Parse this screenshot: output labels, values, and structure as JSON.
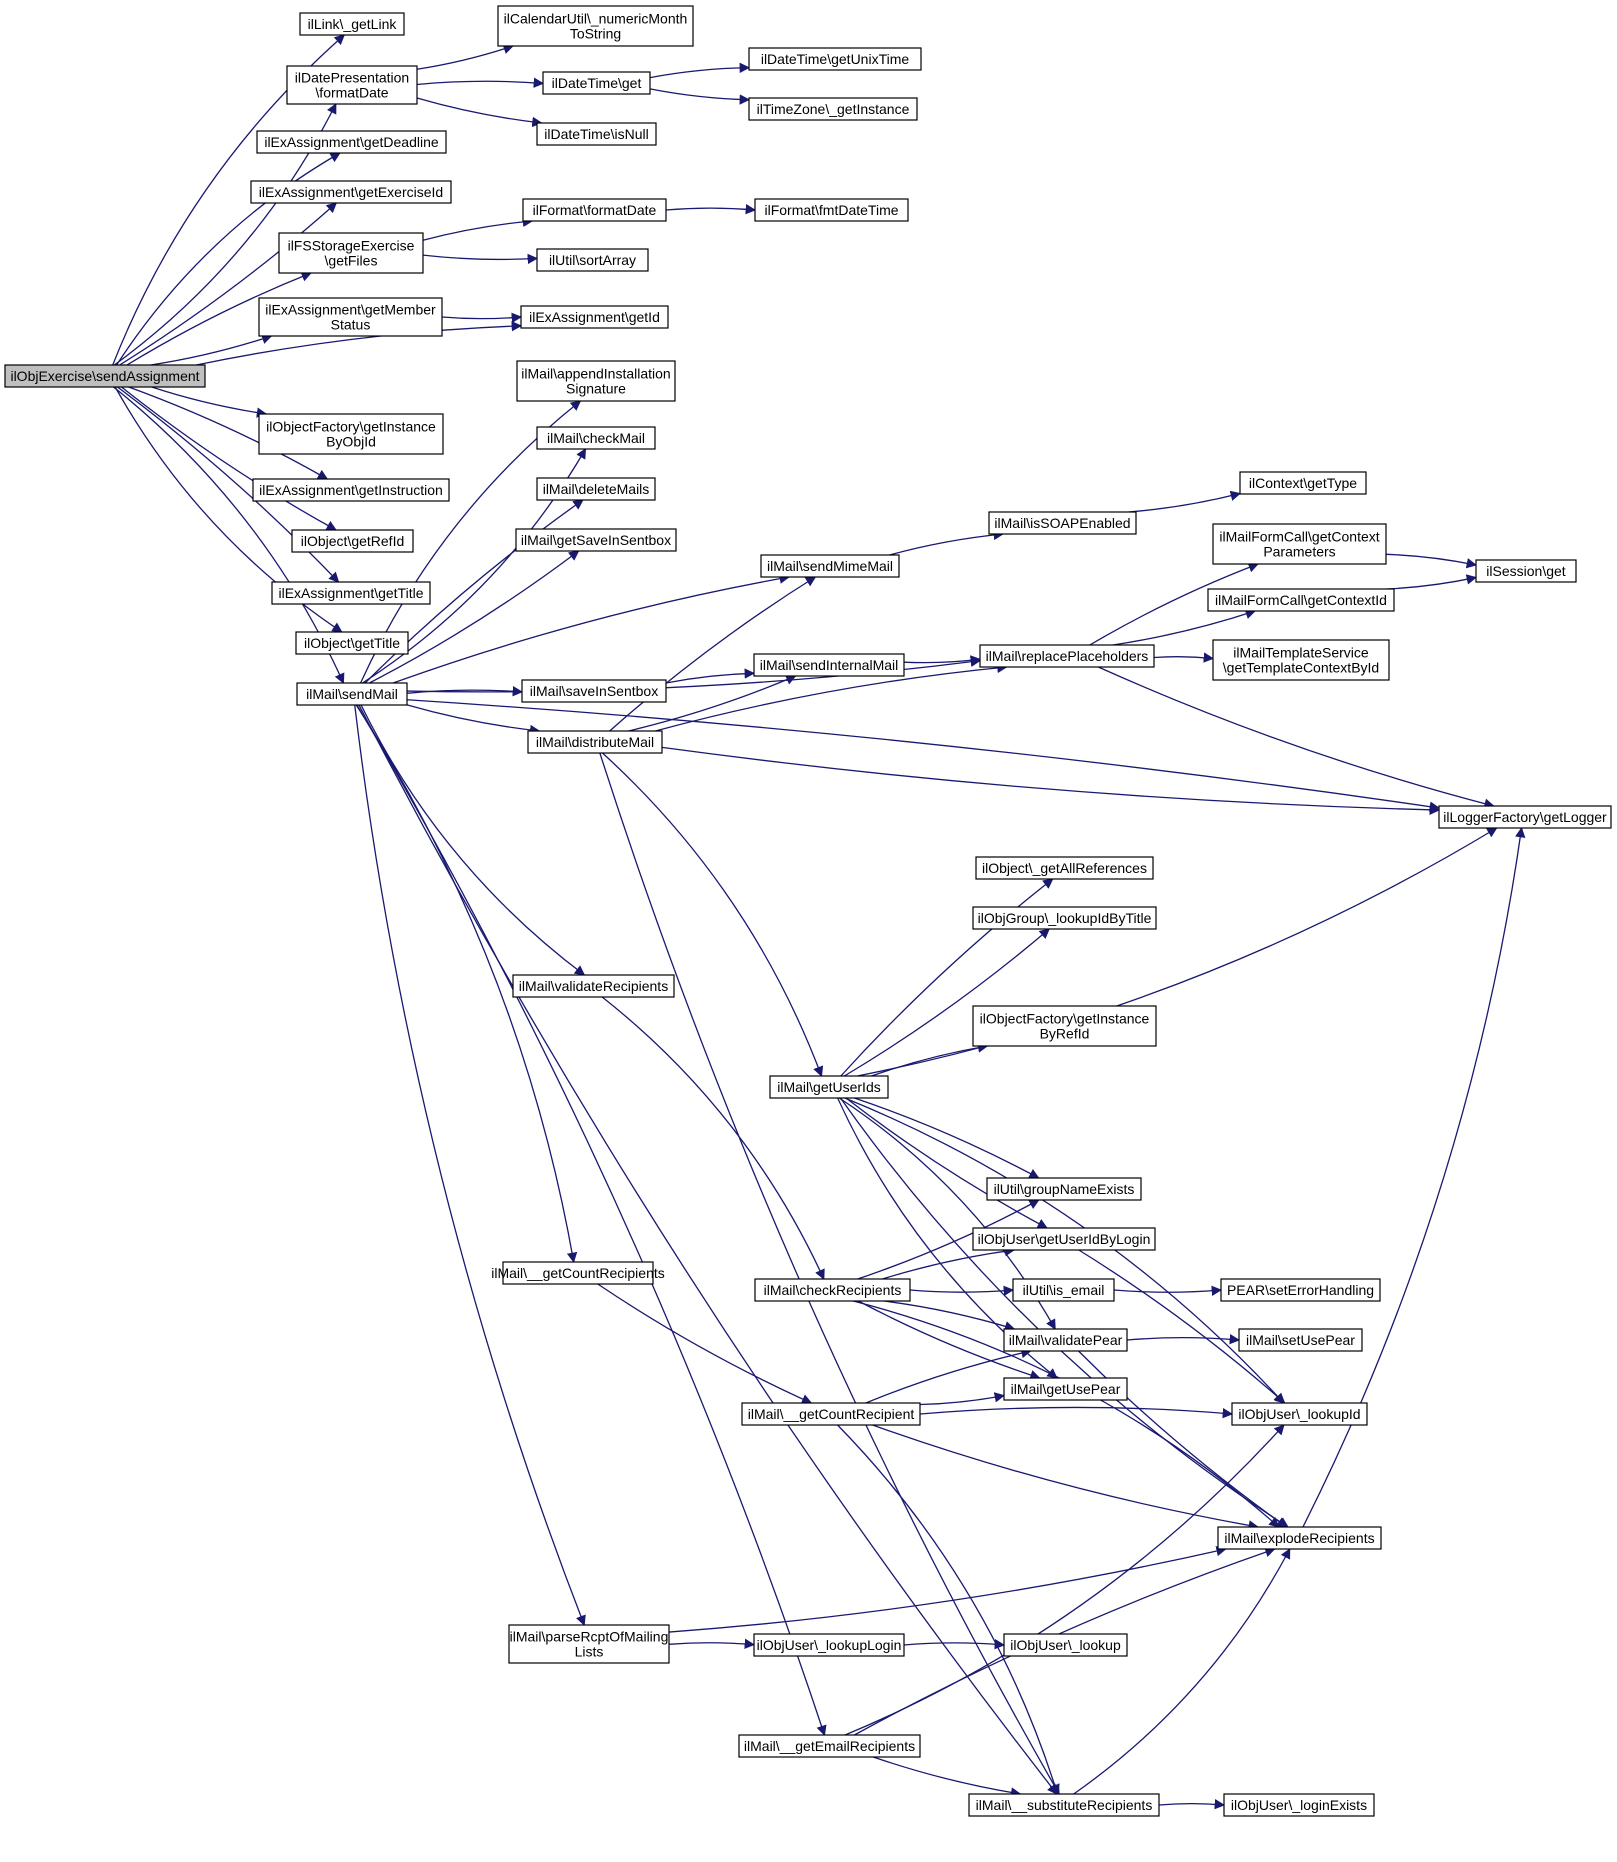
{
  "diagram": {
    "edge_color": "#191970",
    "root_fill": "#bfbfbf",
    "nodes": [
      {
        "id": "root",
        "lines": [
          "ilObjExercise\\sendAssignment"
        ],
        "root": true
      },
      {
        "id": "link_getlink",
        "lines": [
          "ilLink\\_getLink"
        ]
      },
      {
        "id": "datepres_format",
        "lines": [
          "ilDatePresentation",
          "\\formatDate"
        ]
      },
      {
        "id": "calutil_month",
        "lines": [
          "ilCalendarUtil\\_numericMonth",
          "ToString"
        ]
      },
      {
        "id": "datetime_get",
        "lines": [
          "ilDateTime\\get"
        ]
      },
      {
        "id": "datetime_unix",
        "lines": [
          "ilDateTime\\getUnixTime"
        ]
      },
      {
        "id": "timezone_inst",
        "lines": [
          "ilTimeZone\\_getInstance"
        ]
      },
      {
        "id": "datetime_isnull",
        "lines": [
          "ilDateTime\\isNull"
        ]
      },
      {
        "id": "exa_deadline",
        "lines": [
          "ilExAssignment\\getDeadline"
        ]
      },
      {
        "id": "exa_exerciseid",
        "lines": [
          "ilExAssignment\\getExerciseId"
        ]
      },
      {
        "id": "fs_getfiles",
        "lines": [
          "ilFSStorageExercise",
          "\\getFiles"
        ]
      },
      {
        "id": "format_date",
        "lines": [
          "ilFormat\\formatDate"
        ]
      },
      {
        "id": "format_fmt",
        "lines": [
          "ilFormat\\fmtDateTime"
        ]
      },
      {
        "id": "util_sort",
        "lines": [
          "ilUtil\\sortArray"
        ]
      },
      {
        "id": "exa_member",
        "lines": [
          "ilExAssignment\\getMember",
          "Status"
        ]
      },
      {
        "id": "exa_getid",
        "lines": [
          "ilExAssignment\\getId"
        ]
      },
      {
        "id": "mail_append",
        "lines": [
          "ilMail\\appendInstallation",
          "Signature"
        ]
      },
      {
        "id": "objfactory_objid",
        "lines": [
          "ilObjectFactory\\getInstance",
          "ByObjId"
        ]
      },
      {
        "id": "mail_check",
        "lines": [
          "ilMail\\checkMail"
        ]
      },
      {
        "id": "exa_instruction",
        "lines": [
          "ilExAssignment\\getInstruction"
        ]
      },
      {
        "id": "mail_delete",
        "lines": [
          "ilMail\\deleteMails"
        ]
      },
      {
        "id": "obj_refid",
        "lines": [
          "ilObject\\getRefId"
        ]
      },
      {
        "id": "context_type",
        "lines": [
          "ilContext\\getType"
        ]
      },
      {
        "id": "mail_savesent",
        "lines": [
          "ilMail\\getSaveInSentbox"
        ]
      },
      {
        "id": "mail_soap",
        "lines": [
          "ilMail\\isSOAPEnabled"
        ]
      },
      {
        "id": "formcall_params",
        "lines": [
          "ilMailFormCall\\getContext",
          "Parameters"
        ]
      },
      {
        "id": "exa_title",
        "lines": [
          "ilExAssignment\\getTitle"
        ]
      },
      {
        "id": "mail_mime",
        "lines": [
          "ilMail\\sendMimeMail"
        ]
      },
      {
        "id": "session_get",
        "lines": [
          "ilSession\\get"
        ]
      },
      {
        "id": "formcall_ctxid",
        "lines": [
          "ilMailFormCall\\getContextId"
        ]
      },
      {
        "id": "obj_title",
        "lines": [
          "ilObject\\getTitle"
        ]
      },
      {
        "id": "mail_send",
        "lines": [
          "ilMail\\sendMail"
        ]
      },
      {
        "id": "mail_save",
        "lines": [
          "ilMail\\saveInSentbox"
        ]
      },
      {
        "id": "mail_internal",
        "lines": [
          "ilMail\\sendInternalMail"
        ]
      },
      {
        "id": "mail_replace",
        "lines": [
          "ilMail\\replacePlaceholders"
        ]
      },
      {
        "id": "tpl_ctx",
        "lines": [
          "ilMailTemplateService",
          "\\getTemplateContextById"
        ]
      },
      {
        "id": "mail_distribute",
        "lines": [
          "ilMail\\distributeMail"
        ]
      },
      {
        "id": "logger_get",
        "lines": [
          "ilLoggerFactory\\getLogger"
        ]
      },
      {
        "id": "obj_allrefs",
        "lines": [
          "ilObject\\_getAllReferences"
        ]
      },
      {
        "id": "objgroup_lookup",
        "lines": [
          "ilObjGroup\\_lookupIdByTitle"
        ]
      },
      {
        "id": "mail_validate",
        "lines": [
          "ilMail\\validateRecipients"
        ]
      },
      {
        "id": "objfactory_refid",
        "lines": [
          "ilObjectFactory\\getInstance",
          "ByRefId"
        ]
      },
      {
        "id": "mail_userids",
        "lines": [
          "ilMail\\getUserIds"
        ]
      },
      {
        "id": "util_group",
        "lines": [
          "ilUtil\\groupNameExists"
        ]
      },
      {
        "id": "objuser_bylogin",
        "lines": [
          "ilObjUser\\getUserIdByLogin"
        ]
      },
      {
        "id": "mail_countrcpts",
        "lines": [
          "ilMail\\__getCountRecipients"
        ]
      },
      {
        "id": "mail_checkrcpts",
        "lines": [
          "ilMail\\checkRecipients"
        ]
      },
      {
        "id": "util_isemail",
        "lines": [
          "ilUtil\\is_email"
        ]
      },
      {
        "id": "pear_err",
        "lines": [
          "PEAR\\setErrorHandling"
        ]
      },
      {
        "id": "mail_valpear",
        "lines": [
          "ilMail\\validatePear"
        ]
      },
      {
        "id": "mail_setpear",
        "lines": [
          "ilMail\\setUsePear"
        ]
      },
      {
        "id": "mail_getpear",
        "lines": [
          "ilMail\\getUsePear"
        ]
      },
      {
        "id": "mail_countrcpt",
        "lines": [
          "ilMail\\__getCountRecipient"
        ]
      },
      {
        "id": "objuser_lookupid",
        "lines": [
          "ilObjUser\\_lookupId"
        ]
      },
      {
        "id": "mail_explode",
        "lines": [
          "ilMail\\explodeRecipients"
        ]
      },
      {
        "id": "mail_parselists",
        "lines": [
          "ilMail\\parseRcptOfMailing",
          "Lists"
        ]
      },
      {
        "id": "objuser_lookuplogin",
        "lines": [
          "ilObjUser\\_lookupLogin"
        ]
      },
      {
        "id": "objuser_lookup",
        "lines": [
          "ilObjUser\\_lookup"
        ]
      },
      {
        "id": "mail_emailrcpts",
        "lines": [
          "ilMail\\__getEmailRecipients"
        ]
      },
      {
        "id": "mail_subst",
        "lines": [
          "ilMail\\__substituteRecipients"
        ]
      },
      {
        "id": "objuser_loginexists",
        "lines": [
          "ilObjUser\\_loginExists"
        ]
      }
    ],
    "edges": [
      [
        "root",
        "link_getlink"
      ],
      [
        "root",
        "datepres_format"
      ],
      [
        "root",
        "exa_deadline"
      ],
      [
        "root",
        "exa_exerciseid"
      ],
      [
        "root",
        "fs_getfiles"
      ],
      [
        "root",
        "exa_member"
      ],
      [
        "root",
        "exa_getid"
      ],
      [
        "root",
        "objfactory_objid"
      ],
      [
        "root",
        "exa_instruction"
      ],
      [
        "root",
        "obj_refid"
      ],
      [
        "root",
        "exa_title"
      ],
      [
        "root",
        "obj_title"
      ],
      [
        "root",
        "mail_send"
      ],
      [
        "datepres_format",
        "calutil_month"
      ],
      [
        "datepres_format",
        "datetime_get"
      ],
      [
        "datepres_format",
        "datetime_isnull"
      ],
      [
        "datetime_get",
        "datetime_unix"
      ],
      [
        "datetime_get",
        "timezone_inst"
      ],
      [
        "fs_getfiles",
        "format_date"
      ],
      [
        "fs_getfiles",
        "util_sort"
      ],
      [
        "format_date",
        "format_fmt"
      ],
      [
        "exa_member",
        "exa_getid"
      ],
      [
        "mail_send",
        "mail_append"
      ],
      [
        "mail_send",
        "mail_check"
      ],
      [
        "mail_send",
        "mail_delete"
      ],
      [
        "mail_send",
        "mail_savesent"
      ],
      [
        "mail_send",
        "mail_mime"
      ],
      [
        "mail_send",
        "mail_replace"
      ],
      [
        "mail_send",
        "mail_save"
      ],
      [
        "mail_send",
        "mail_distribute"
      ],
      [
        "mail_send",
        "logger_get"
      ],
      [
        "mail_send",
        "mail_validate"
      ],
      [
        "mail_send",
        "mail_countrcpts"
      ],
      [
        "mail_send",
        "mail_parselists"
      ],
      [
        "mail_send",
        "mail_emailrcpts"
      ],
      [
        "mail_send",
        "mail_subst"
      ],
      [
        "mail_mime",
        "mail_soap"
      ],
      [
        "mail_soap",
        "context_type"
      ],
      [
        "mail_replace",
        "formcall_params"
      ],
      [
        "mail_replace",
        "formcall_ctxid"
      ],
      [
        "mail_replace",
        "tpl_ctx"
      ],
      [
        "mail_replace",
        "logger_get"
      ],
      [
        "formcall_params",
        "session_get"
      ],
      [
        "formcall_ctxid",
        "session_get"
      ],
      [
        "mail_save",
        "mail_internal"
      ],
      [
        "mail_internal",
        "mail_replace"
      ],
      [
        "mail_distribute",
        "mail_mime"
      ],
      [
        "mail_distribute",
        "mail_internal"
      ],
      [
        "mail_distribute",
        "mail_replace"
      ],
      [
        "mail_distribute",
        "logger_get"
      ],
      [
        "mail_distribute",
        "mail_userids"
      ],
      [
        "mail_distribute",
        "mail_subst"
      ],
      [
        "mail_userids",
        "obj_allrefs"
      ],
      [
        "mail_userids",
        "objgroup_lookup"
      ],
      [
        "mail_userids",
        "objfactory_refid"
      ],
      [
        "mail_userids",
        "logger_get"
      ],
      [
        "mail_userids",
        "util_group"
      ],
      [
        "mail_userids",
        "objuser_bylogin"
      ],
      [
        "mail_userids",
        "mail_valpear"
      ],
      [
        "mail_userids",
        "mail_getpear"
      ],
      [
        "mail_userids",
        "objuser_lookupid"
      ],
      [
        "mail_userids",
        "mail_explode"
      ],
      [
        "mail_validate",
        "mail_checkrcpts"
      ],
      [
        "mail_checkrcpts",
        "util_group"
      ],
      [
        "mail_checkrcpts",
        "objuser_bylogin"
      ],
      [
        "mail_checkrcpts",
        "util_isemail"
      ],
      [
        "mail_checkrcpts",
        "mail_valpear"
      ],
      [
        "mail_checkrcpts",
        "mail_getpear"
      ],
      [
        "mail_checkrcpts",
        "mail_explode"
      ],
      [
        "util_isemail",
        "pear_err"
      ],
      [
        "mail_valpear",
        "mail_setpear"
      ],
      [
        "mail_valpear",
        "mail_explode"
      ],
      [
        "objuser_bylogin",
        "objuser_lookupid"
      ],
      [
        "mail_countrcpts",
        "mail_countrcpt"
      ],
      [
        "mail_countrcpt",
        "mail_valpear"
      ],
      [
        "mail_countrcpt",
        "mail_getpear"
      ],
      [
        "mail_countrcpt",
        "objuser_lookupid"
      ],
      [
        "mail_countrcpt",
        "mail_explode"
      ],
      [
        "mail_countrcpt",
        "mail_subst"
      ],
      [
        "mail_explode",
        "logger_get"
      ],
      [
        "mail_parselists",
        "objuser_lookuplogin"
      ],
      [
        "mail_parselists",
        "mail_explode"
      ],
      [
        "objuser_lookuplogin",
        "objuser_lookup"
      ],
      [
        "mail_emailrcpts",
        "objuser_lookupid"
      ],
      [
        "mail_emailrcpts",
        "mail_explode"
      ],
      [
        "mail_emailrcpts",
        "mail_subst"
      ],
      [
        "mail_subst",
        "objuser_loginexists"
      ],
      [
        "mail_subst",
        "mail_explode"
      ]
    ]
  }
}
